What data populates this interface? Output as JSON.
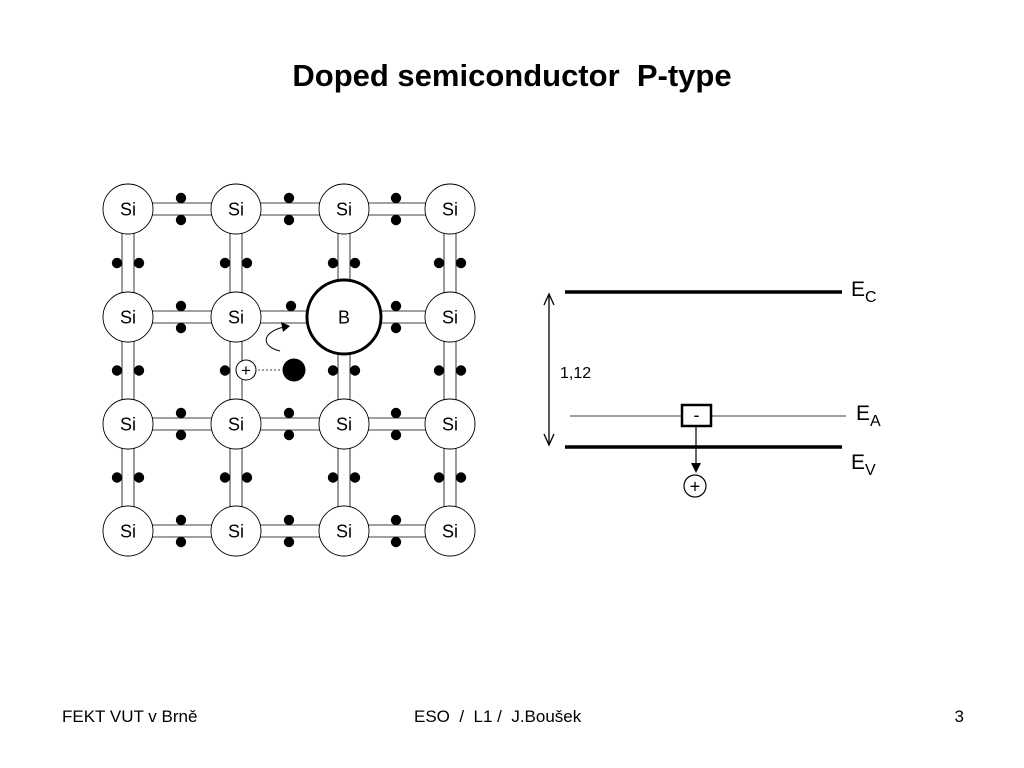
{
  "slide": {
    "title": "Doped semiconductor  P-type"
  },
  "lattice": {
    "rows": [
      [
        "Si",
        "Si",
        "Si",
        "Si"
      ],
      [
        "Si",
        "Si",
        "B",
        "Si"
      ],
      [
        "Si",
        "Si",
        "Si",
        "Si"
      ],
      [
        "Si",
        "Si",
        "Si",
        "Si"
      ]
    ],
    "hole_symbol": "+"
  },
  "band_diagram": {
    "gap_value": "1,12",
    "conduction_band": {
      "main": "E",
      "sub": "C"
    },
    "acceptor_level": {
      "main": "E",
      "sub": "A"
    },
    "valence_band": {
      "main": "E",
      "sub": "V"
    },
    "acceptor_symbol": "-",
    "hole_symbol": "+"
  },
  "footer": {
    "left": "FEKT VUT v Brně",
    "center": "ESO  /  L1 /  J.Boušek",
    "page": "3"
  }
}
